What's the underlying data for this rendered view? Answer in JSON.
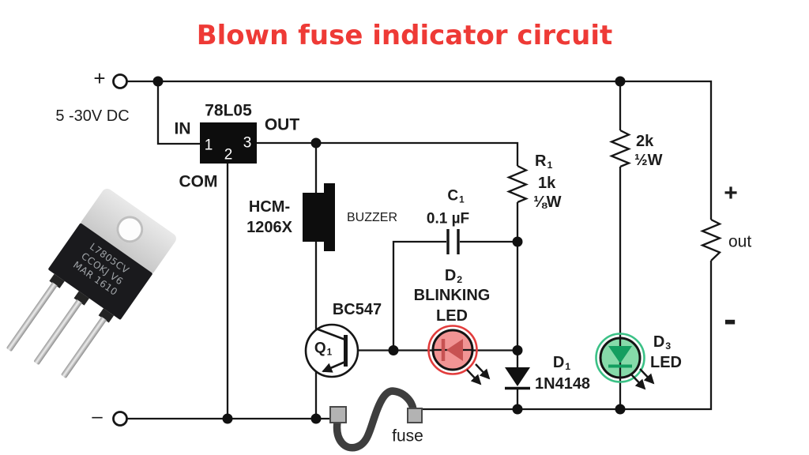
{
  "title": "Blown fuse indicator circuit",
  "colors": {
    "title_red": "#ee3a36",
    "wire": "#161616",
    "led_red_ring": "#e23c3c",
    "led_red_fill": "#f19494",
    "led_red_symbol": "#c75252",
    "led_green_ring": "#3bc186",
    "led_green_fill": "#86daa9",
    "led_green_symbol": "#149e60",
    "fuse_wire": "#3e3e3e",
    "fuse_terminal": "#b3b3b3"
  },
  "supply": {
    "plus": "+",
    "label": "5 -30V DC",
    "minus": "–"
  },
  "regulator": {
    "name": "78L05",
    "pin_in": "IN",
    "pin_out": "OUT",
    "pin_com": "COM",
    "pins": [
      "1",
      "2",
      "3"
    ]
  },
  "buzzer": {
    "model_line1": "HCM-",
    "model_line2": "1206X",
    "label": "BUZZER"
  },
  "transistor": {
    "part": "BC547",
    "ref": "Q",
    "ref_sub": "1"
  },
  "capacitor": {
    "ref": "C",
    "ref_sub": "1",
    "value": "0.1 µF"
  },
  "resistor_r1": {
    "ref": "R",
    "ref_sub": "1",
    "value": "1k",
    "power": "⅛W"
  },
  "resistor_2k": {
    "value": "2k",
    "power": "½W"
  },
  "led_blinking": {
    "ref": "D",
    "ref_sub": "2",
    "desc_line1": "BLINKING",
    "desc_line2": "LED"
  },
  "diode_d1": {
    "ref": "D",
    "ref_sub": "1",
    "part": "1N4148"
  },
  "led_d3": {
    "ref": "D",
    "ref_sub": "3",
    "label": "LED"
  },
  "output": {
    "plus": "+",
    "label": "out",
    "minus": "-"
  },
  "fuse": {
    "label": "fuse"
  },
  "photo": {
    "markings": [
      "L7805CV",
      "CCOKJ V6",
      "MAR 1610"
    ]
  }
}
